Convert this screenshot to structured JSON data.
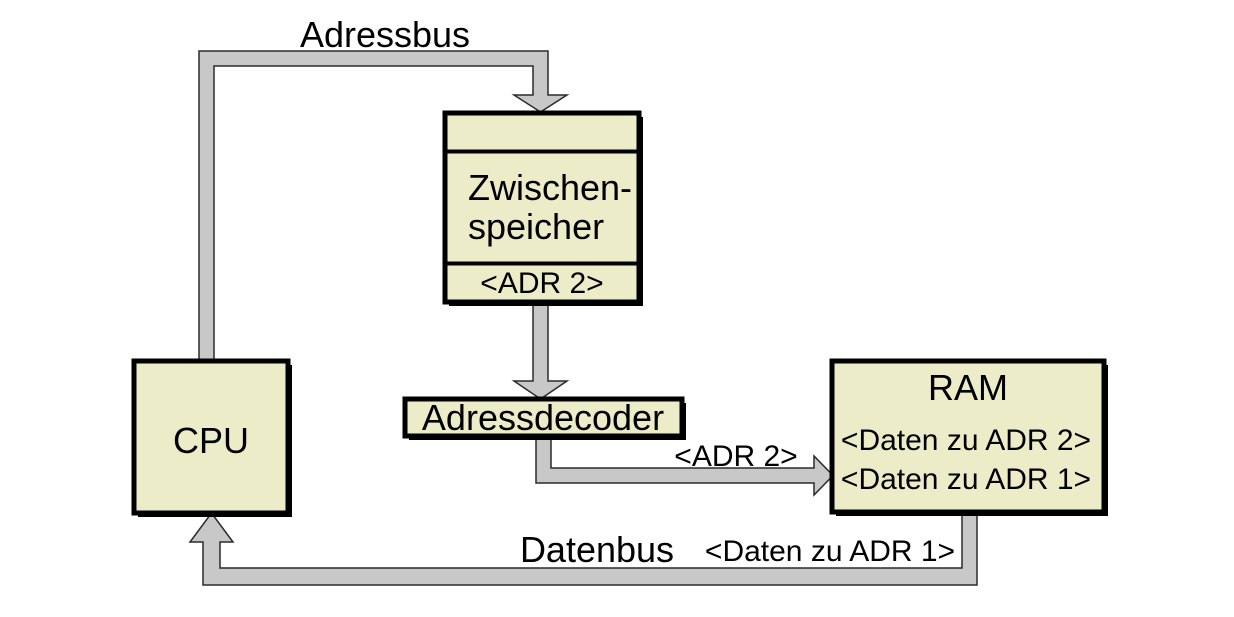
{
  "diagram": {
    "title_context": "CPU / RAM address and data bus diagram",
    "colors": {
      "background": "#ffffff",
      "box_fill": "#ececc8",
      "box_border": "#000000",
      "bus_fill": "#c8c8c8",
      "bus_outline": "#2a2a2a",
      "text": "#000000"
    },
    "nodes": {
      "cpu": {
        "label": "CPU"
      },
      "buffer": {
        "label_line1": "Zwischen-",
        "label_line2": "speicher",
        "slot_label": "<ADR 2>"
      },
      "decoder": {
        "label": "Adressdecoder"
      },
      "ram": {
        "title": "RAM",
        "row1": "<Daten zu ADR 2>",
        "row2": "<Daten zu ADR 1>"
      }
    },
    "buses": {
      "address_bus": {
        "label": "Adressbus"
      },
      "decoder_to_ram": {
        "label": "<ADR 2>"
      },
      "data_bus": {
        "label": "Datenbus",
        "data_label": "<Daten zu ADR 1>"
      }
    }
  }
}
